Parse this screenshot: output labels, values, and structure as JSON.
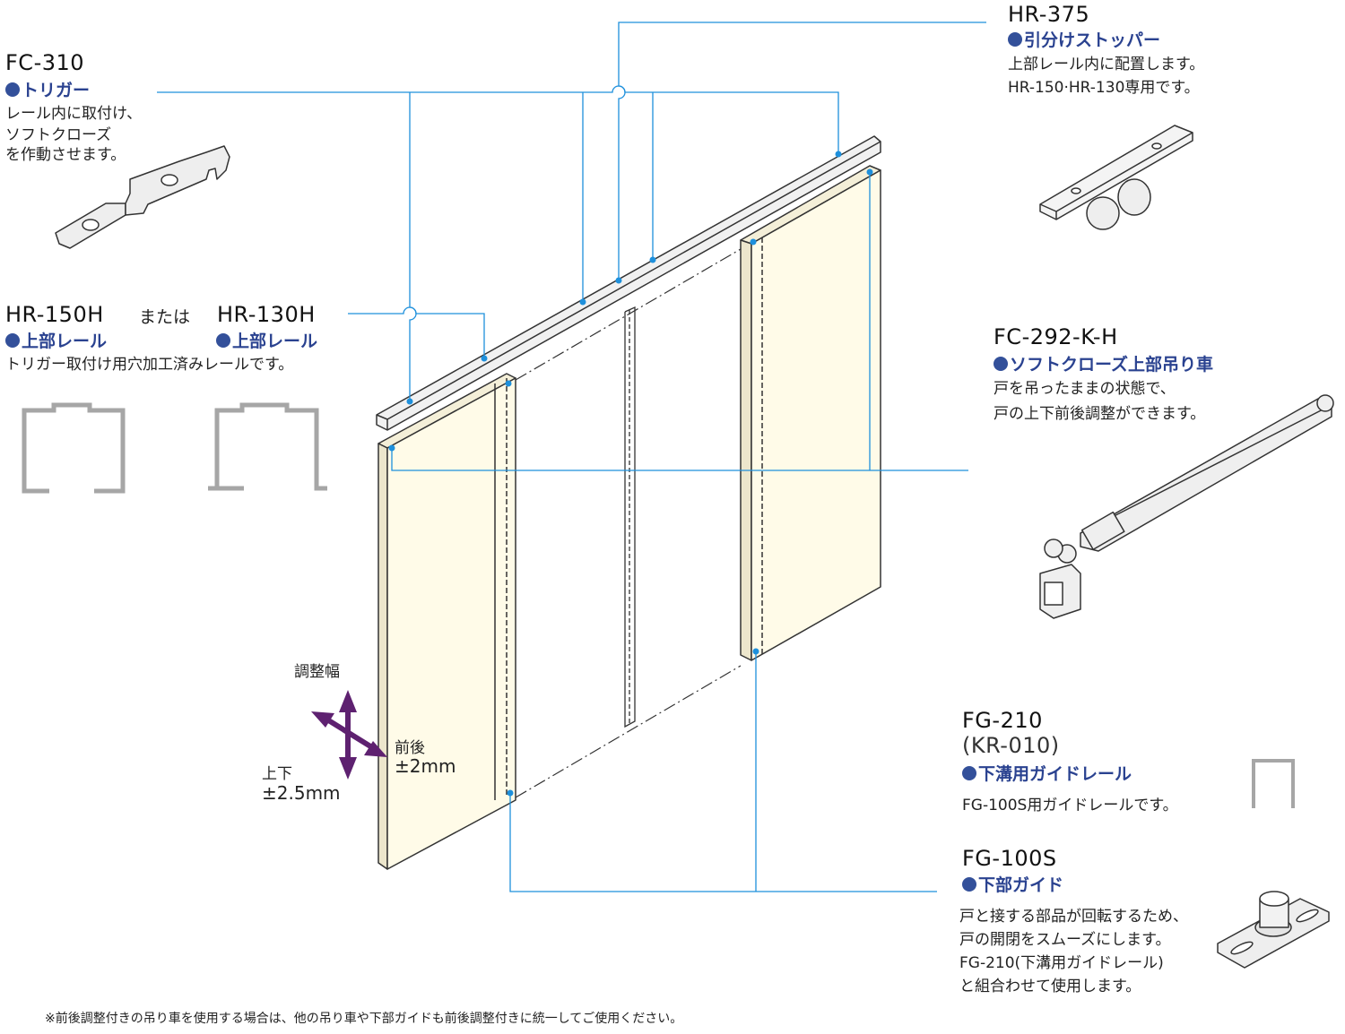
{
  "parts": {
    "fc310": {
      "model": "FC-310",
      "name": "トリガー",
      "desc": [
        "レール内に取付け、",
        "ソフトクローズ",
        "を作動させます。"
      ]
    },
    "hr375": {
      "model": "HR-375",
      "name": "引分けストッパー",
      "desc": [
        "上部レール内に配置します。",
        "HR-150·HR-130専用です。"
      ]
    },
    "hr150h": {
      "model": "HR-150H",
      "name": "上部レール"
    },
    "or": "または",
    "hr130h": {
      "model": "HR-130H",
      "name": "上部レール"
    },
    "rail_desc": "トリガー取付け用穴加工済みレールです。",
    "fc292": {
      "model": "FC-292-K-H",
      "name": "ソフトクローズ上部吊り車",
      "desc": [
        "戸を吊ったままの状態で、",
        "戸の上下前後調整ができます。"
      ]
    },
    "fg210": {
      "model": "FG-210",
      "alt": "(KR-010)",
      "name": "下溝用ガイドレール",
      "desc": "FG-100S用ガイドレールです。"
    },
    "fg100s": {
      "model": "FG-100S",
      "name": "下部ガイド",
      "desc": [
        "戸と接する部品が回転するため、",
        "戸の開閉をスムーズにします。",
        "FG-210(下溝用ガイドレール)",
        "と組合わせて使用します。"
      ]
    }
  },
  "adjust": {
    "title": "調整幅",
    "front_back": "前後",
    "front_back_value": "±2mm",
    "up_down": "上下",
    "up_down_value": "±2.5mm"
  },
  "footnote": "※前後調整付きの吊り車を使用する場合は、他の吊り車や下部ガイドも前後調整付きに統一してご使用ください。",
  "colors": {
    "leader": "#1e90dc",
    "subtitle": "#2a4290",
    "door": "#fffbe8",
    "arrow": "#5e2170"
  }
}
